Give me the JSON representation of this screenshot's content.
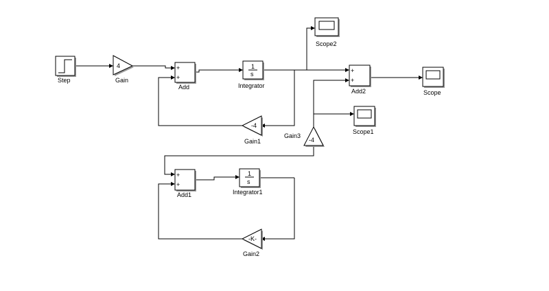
{
  "blocks": {
    "step": {
      "label": "Step"
    },
    "gain": {
      "label": "Gain",
      "value": "4"
    },
    "add": {
      "label": "Add",
      "port1": "+",
      "port2": "+"
    },
    "integrator": {
      "label": "Integrator",
      "num": "1",
      "den": "s"
    },
    "scope2": {
      "label": "Scope2"
    },
    "add2": {
      "label": "Add2",
      "port1": "+",
      "port2": "+"
    },
    "scope": {
      "label": "Scope"
    },
    "gain1": {
      "label": "Gain1",
      "value": "-4"
    },
    "gain3": {
      "label": "Gain3",
      "value": "-4"
    },
    "scope1": {
      "label": "Scope1"
    },
    "add1": {
      "label": "Add1",
      "port1": "+",
      "port2": "+"
    },
    "integrator1": {
      "label": "Integrator1",
      "num": "1",
      "den": "s"
    },
    "gain2": {
      "label": "Gain2",
      "value": "-K-"
    }
  }
}
